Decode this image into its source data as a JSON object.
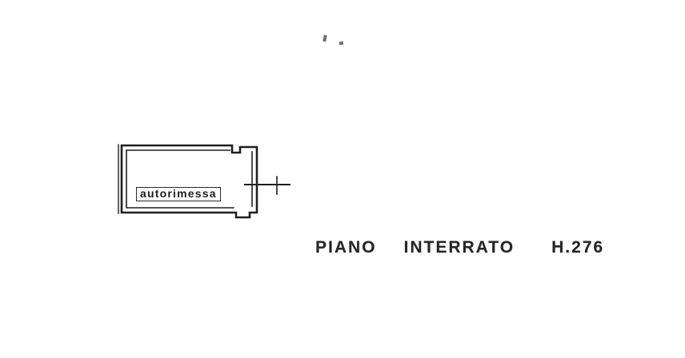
{
  "plan": {
    "room_label": "autorimessa",
    "caption_words": [
      "PIANO",
      "INTERRATO",
      "H.276"
    ],
    "caption_full": "PIANO  INTERRATO    H.276"
  },
  "colors": {
    "ink": "#1f1f1f",
    "background": "#ffffff"
  }
}
